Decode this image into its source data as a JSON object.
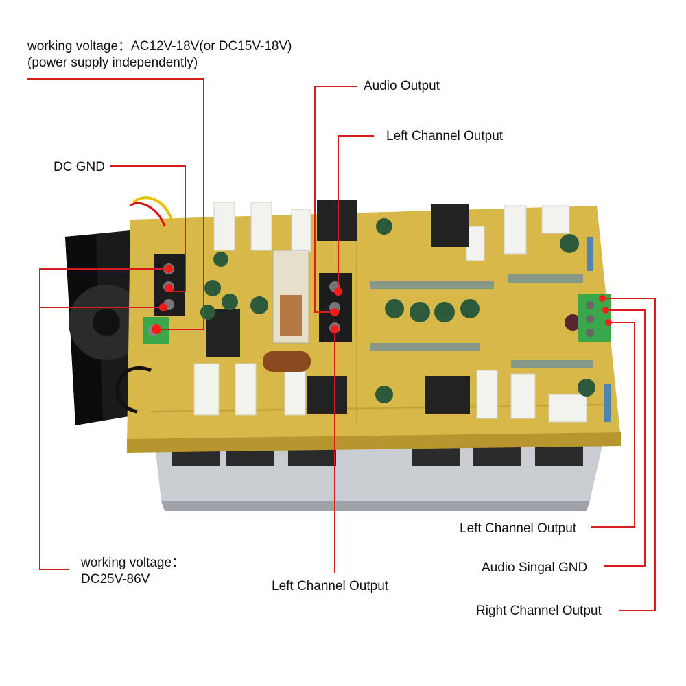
{
  "labels": {
    "working_voltage_ac": "working voltage：AC12V-18V(or DC15V-18V)",
    "power_supply_note": "(power supply independently)",
    "dc_gnd": "DC GND",
    "audio_output": "Audio Output",
    "left_channel_output_top": "Left Channel Output",
    "left_channel_output_right": "Left Channel Output",
    "audio_signal_gnd": "Audio Singal GND",
    "right_channel_output": "Right Channel Output",
    "left_channel_output_bottom": "Left Channel Output",
    "working_voltage_dc_line1": "working voltage：",
    "working_voltage_dc_line2": "DC25V-86V"
  },
  "colors": {
    "lead_line": "#d81b1b",
    "marker": "#ff1a1a",
    "pcb": "#d9b84a",
    "pcb_dark": "#b8962e",
    "heatsink": "#c9ccd0",
    "fan": "#1a1a1a",
    "terminal_black": "#1c1c1c",
    "terminal_green": "#3aa84a",
    "capacitor_white": "#f2f2ee",
    "heatsink_black": "#222222"
  },
  "icons": {
    "fan": "cooling-fan-icon",
    "heatsink": "heatsink-icon",
    "terminal": "screw-terminal-icon",
    "marker": "red-dot-marker-icon"
  }
}
